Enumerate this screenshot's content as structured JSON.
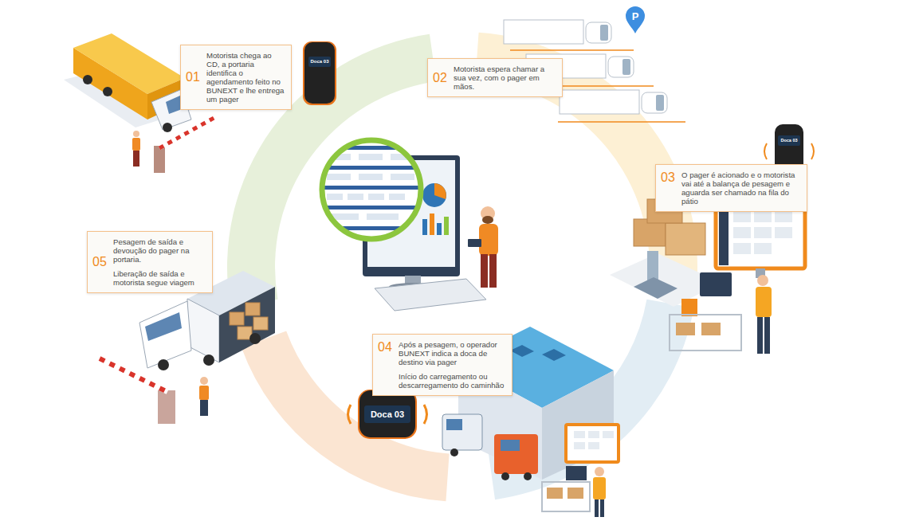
{
  "diagram": {
    "nodes": [
      {
        "text": [
          "01",
          "Motorista chega ao CD, a portaria identifica o agendamento feito no BUNEXT e lhe entrega um pager"
        ]
      },
      {
        "text": [
          "02",
          "Motorista espera chamar a sua vez, com o pager em mãos."
        ]
      },
      {
        "text": [
          "03",
          "O pager é acionado e o motorista vai até a balança de pesagem e aguarda ser chamado na fila do pátio"
        ]
      },
      {
        "text": [
          "04",
          "Após a pesagem, o operador BUNEXT indica a doca de destino via pager",
          "Início do carregamento ou descarregamento do caminhão"
        ]
      },
      {
        "text": [
          "05",
          "Pesagem de saída e devoução do pager na portaria.",
          "Liberação de saída e motorista segue viagem"
        ]
      }
    ],
    "labels": [
      "Doca 03",
      "P",
      "Doca 03",
      "Doca 03"
    ]
  }
}
